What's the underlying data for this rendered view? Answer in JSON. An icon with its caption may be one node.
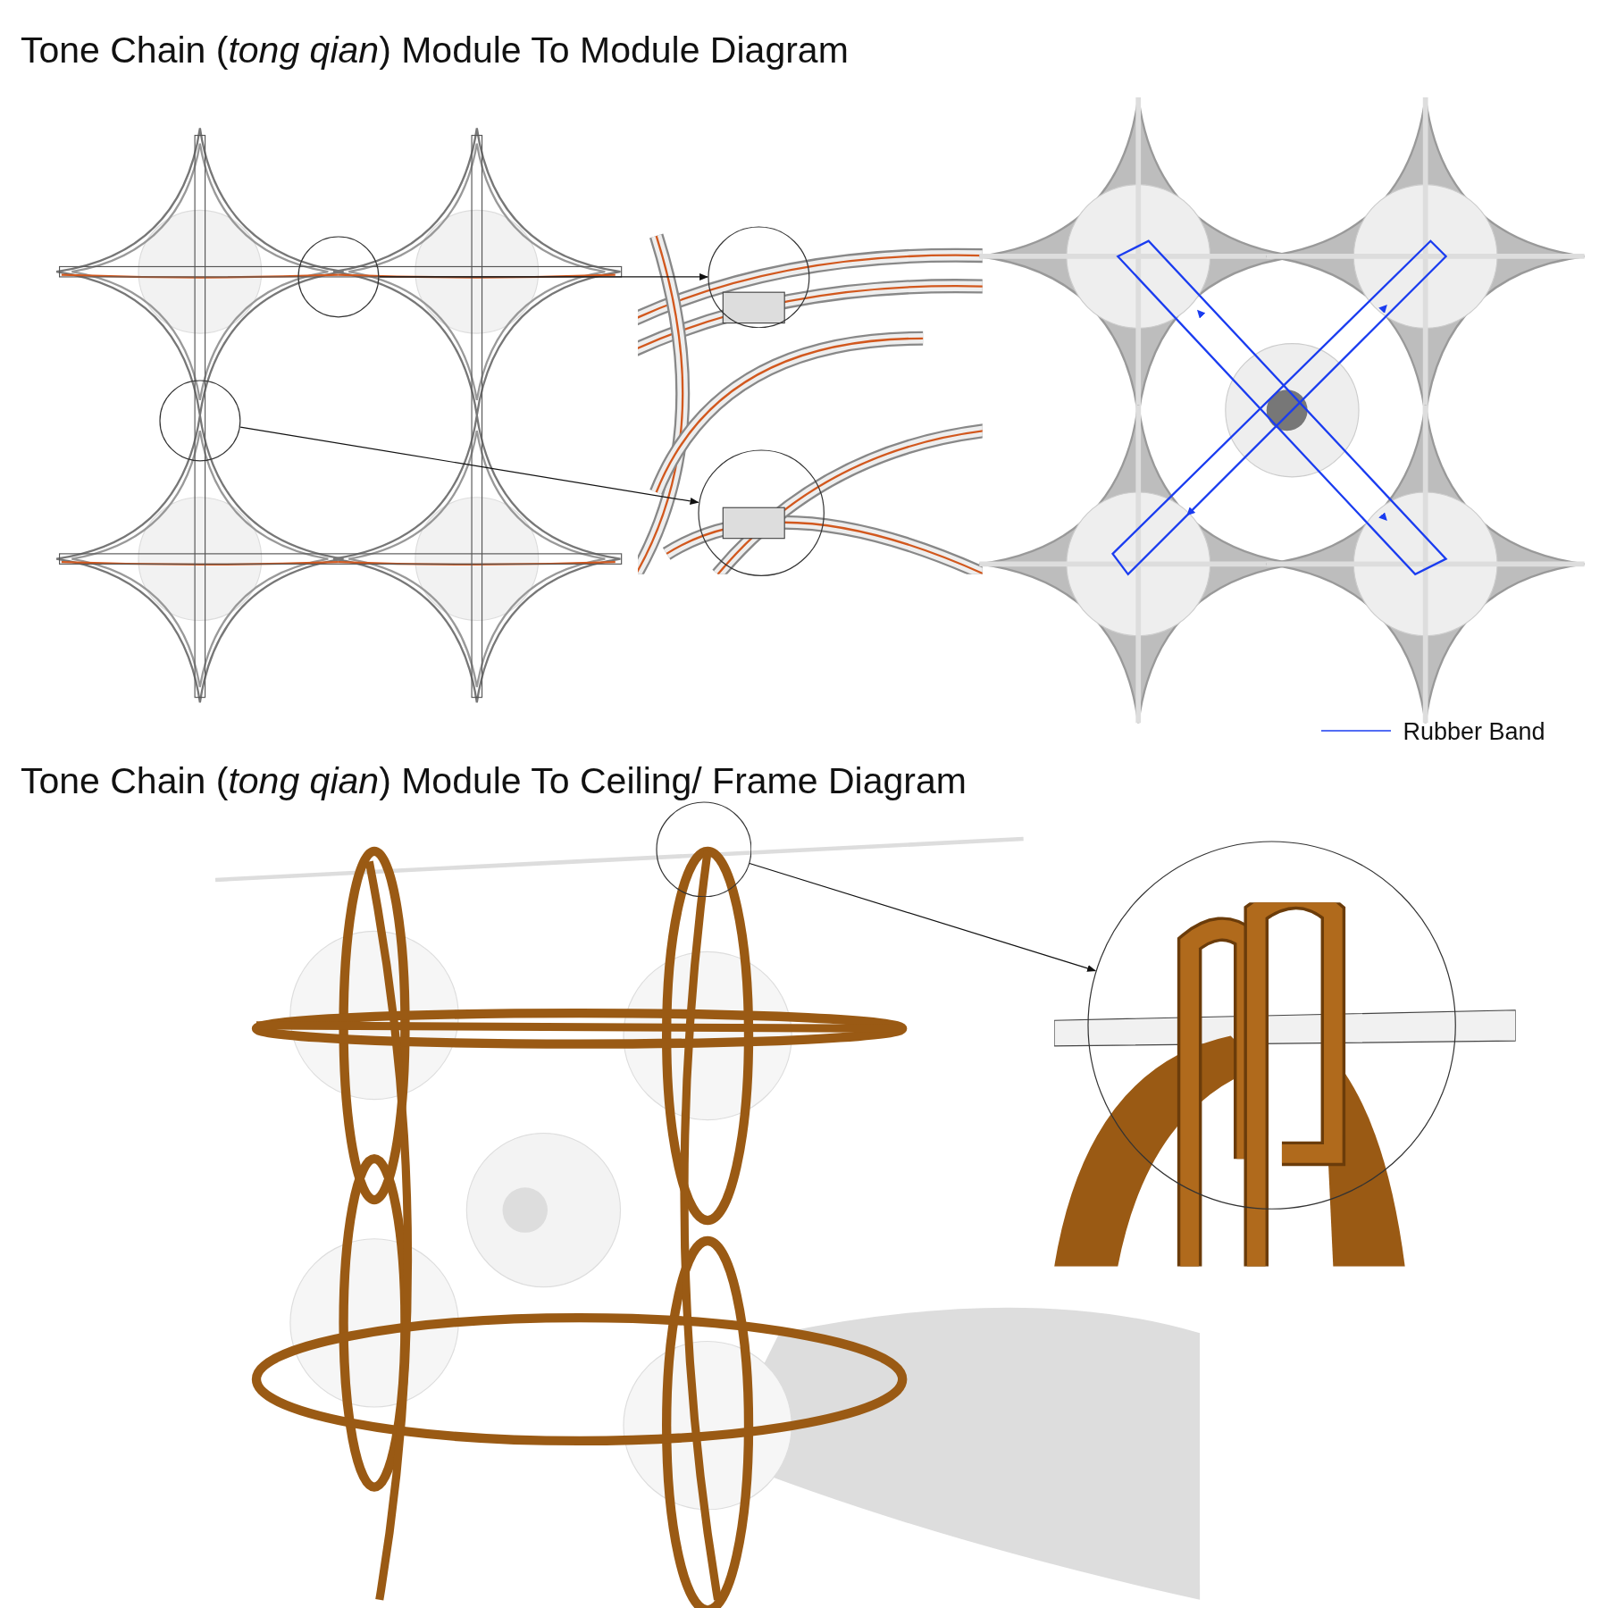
{
  "diagram": {
    "title": "Tone Chain (*tong qian*) Module To Module Diagram",
    "nodes": [
      {
        "text": [],
        "shape": "circle"
      },
      {
        "text": [],
        "shape": "circle"
      },
      {
        "text": [],
        "shape": "circle"
      },
      {
        "text": [],
        "shape": "circle"
      },
      {
        "text": [],
        "shape": "circle"
      },
      {
        "text": [],
        "shape": "circle"
      }
    ],
    "edges": [
      {
        "from": 0,
        "to": 1,
        "arrow": "to"
      },
      {
        "from": 2,
        "to": 3,
        "arrow": "to"
      },
      {
        "from": 4,
        "to": 5,
        "arrow": "to"
      }
    ],
    "labels": [
      "Tone Chain (*tong qian*) Module To Ceiling/ Frame Diagram"
    ],
    "legend": [
      {
        "text": "Rubber Band"
      }
    ]
  }
}
